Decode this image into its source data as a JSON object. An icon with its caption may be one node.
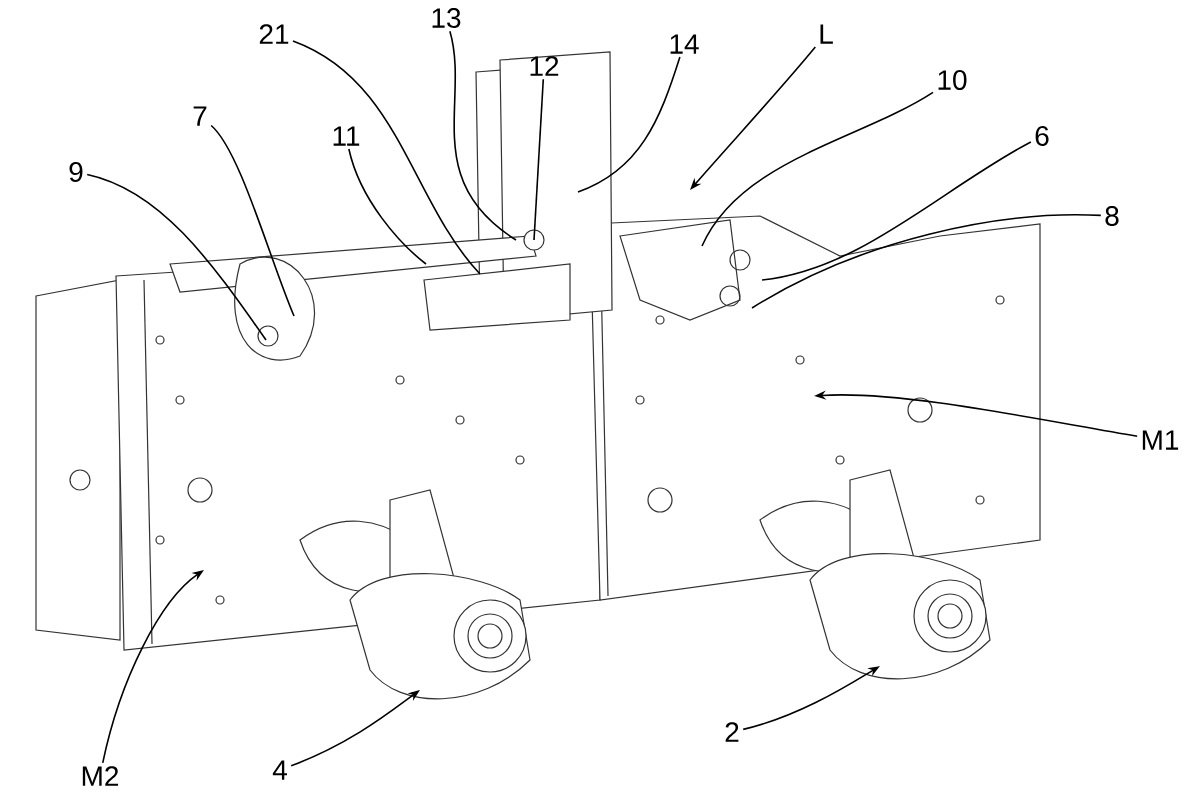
{
  "diagram": {
    "nodes": [
      {
        "text": [
          "7"
        ]
      },
      {
        "text": [
          "9"
        ]
      },
      {
        "text": [
          "21"
        ]
      },
      {
        "text": [
          "13"
        ]
      },
      {
        "text": [
          "12"
        ]
      },
      {
        "text": [
          "14"
        ]
      },
      {
        "text": [
          "L"
        ]
      },
      {
        "text": [
          "10"
        ]
      },
      {
        "text": [
          "6"
        ]
      },
      {
        "text": [
          "8"
        ]
      },
      {
        "text": [
          "11"
        ]
      },
      {
        "text": [
          "M1"
        ]
      },
      {
        "text": [
          "M2"
        ]
      },
      {
        "text": [
          "4"
        ]
      },
      {
        "text": [
          "2"
        ]
      }
    ],
    "edges": [
      {
        "from": 0,
        "to": null,
        "arrow": "none"
      },
      {
        "from": 1,
        "to": null,
        "arrow": "none"
      },
      {
        "from": 2,
        "to": null,
        "arrow": "none"
      },
      {
        "from": 3,
        "to": null,
        "arrow": "none"
      },
      {
        "from": 4,
        "to": null,
        "arrow": "none"
      },
      {
        "from": 5,
        "to": null,
        "arrow": "none"
      },
      {
        "from": 6,
        "to": null,
        "arrow": "to"
      },
      {
        "from": 7,
        "to": null,
        "arrow": "none"
      },
      {
        "from": 8,
        "to": null,
        "arrow": "none"
      },
      {
        "from": 9,
        "to": null,
        "arrow": "none"
      },
      {
        "from": 10,
        "to": null,
        "arrow": "none"
      },
      {
        "from": 11,
        "to": null,
        "arrow": "to"
      },
      {
        "from": 12,
        "to": null,
        "arrow": "to"
      },
      {
        "from": 13,
        "to": null,
        "arrow": "to"
      },
      {
        "from": 14,
        "to": null,
        "arrow": "to"
      }
    ]
  }
}
